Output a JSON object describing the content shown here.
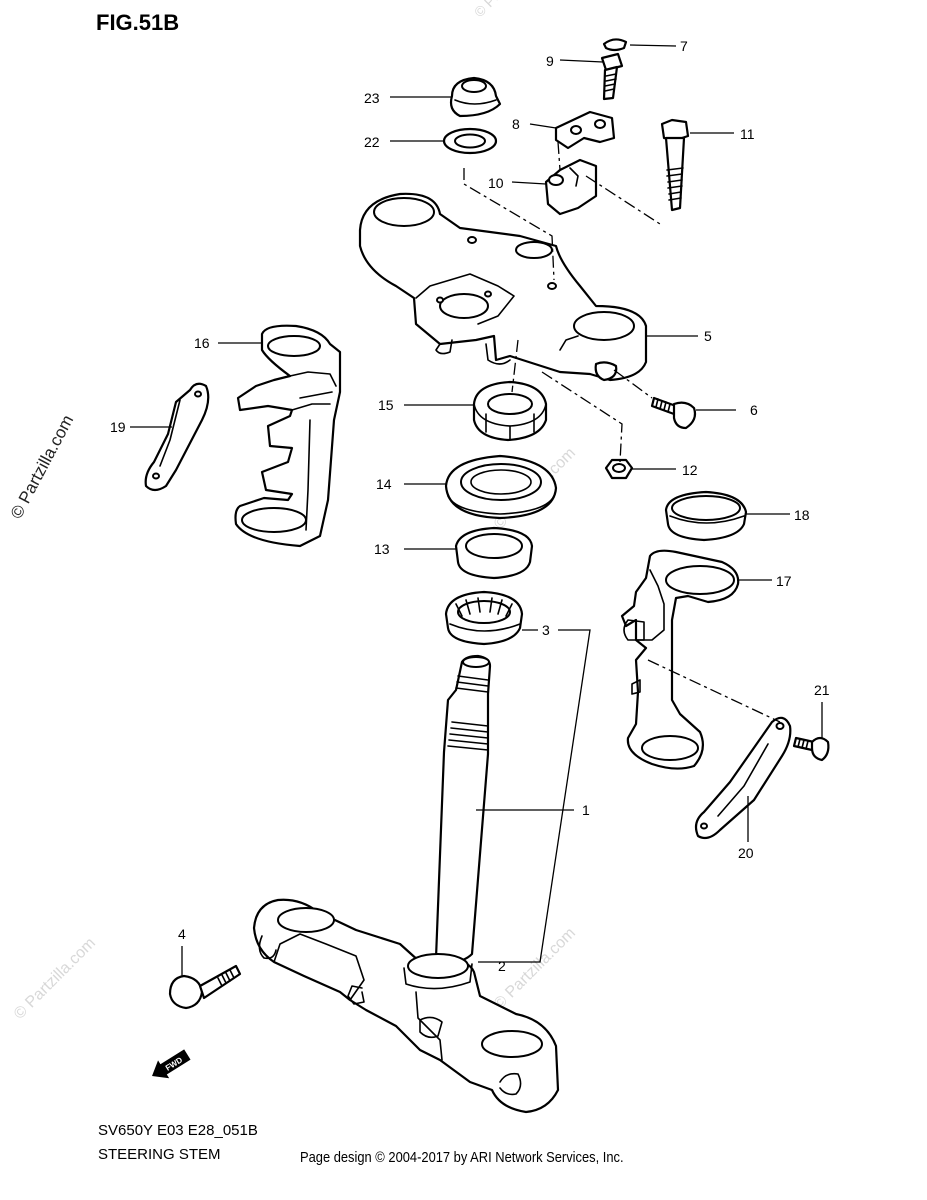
{
  "figure": {
    "title": "FIG.51B",
    "model_code": "SV650Y E03 E28_051B",
    "assembly_name": "STEERING STEM",
    "copyright": "Page design © 2004-2017 by ARI Network Services, Inc.",
    "watermark": "© Partzilla.com",
    "watermark_faint": "© Partzilla.com",
    "fwd_label": "FWD"
  },
  "callouts": [
    {
      "id": "c1",
      "label": "1"
    },
    {
      "id": "c2",
      "label": "2"
    },
    {
      "id": "c3",
      "label": "3"
    },
    {
      "id": "c4",
      "label": "4"
    },
    {
      "id": "c5",
      "label": "5"
    },
    {
      "id": "c6",
      "label": "6"
    },
    {
      "id": "c7",
      "label": "7"
    },
    {
      "id": "c8",
      "label": "8"
    },
    {
      "id": "c9",
      "label": "9"
    },
    {
      "id": "c10",
      "label": "10"
    },
    {
      "id": "c11",
      "label": "11"
    },
    {
      "id": "c12",
      "label": "12"
    },
    {
      "id": "c13",
      "label": "13"
    },
    {
      "id": "c14",
      "label": "14"
    },
    {
      "id": "c15",
      "label": "15"
    },
    {
      "id": "c16",
      "label": "16"
    },
    {
      "id": "c17",
      "label": "17"
    },
    {
      "id": "c18",
      "label": "18"
    },
    {
      "id": "c19",
      "label": "19"
    },
    {
      "id": "c20",
      "label": "20"
    },
    {
      "id": "c21",
      "label": "21"
    },
    {
      "id": "c22",
      "label": "22"
    },
    {
      "id": "c23",
      "label": "23"
    }
  ]
}
